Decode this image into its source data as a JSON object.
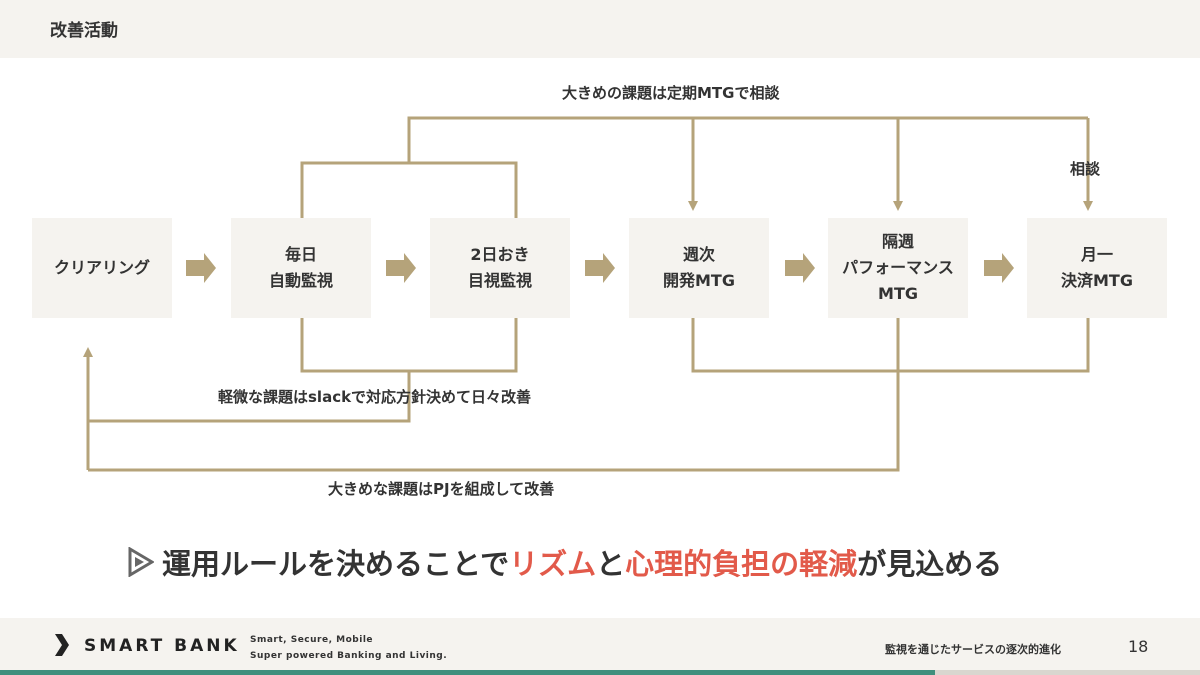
{
  "header": {
    "title": "改善活動"
  },
  "flow": {
    "steps": [
      {
        "id": "clearing",
        "label": "クリアリング"
      },
      {
        "id": "daily",
        "label": "毎日\n自動監視"
      },
      {
        "id": "every2days",
        "label": "2日おき\n目視監視"
      },
      {
        "id": "weekly",
        "label": "週次\n開発MTG"
      },
      {
        "id": "biweekly",
        "label": "隔週\nパフォーマンス\nMTG"
      },
      {
        "id": "monthly",
        "label": "月一\n決済MTG"
      }
    ],
    "labels": {
      "big_issue_regular": "大きめの課題は定期MTGで相談",
      "consult": "相談",
      "small_issue_slack": "軽微な課題はslackで対応方針決めて日々改善",
      "big_issue_pj": "大きめな課題はPJを組成して改善"
    }
  },
  "conclusion": {
    "part1": "運用ルールを決めることで",
    "highlight1": "リズム",
    "part2": "と",
    "highlight2": "心理的負担の軽減",
    "part3": "が見込める"
  },
  "footer": {
    "brand": "SMART BANK",
    "tagline": "Smart, Secure, Mobile\nSuper powered Banking and Living.",
    "caption": "監視を通じたサービスの逐次的進化",
    "page": "18"
  },
  "colors": {
    "line": "#b5a37a",
    "box_bg": "#f5f3ef",
    "highlight": "#e25a4a",
    "footer_green": "#3f8f7d"
  }
}
